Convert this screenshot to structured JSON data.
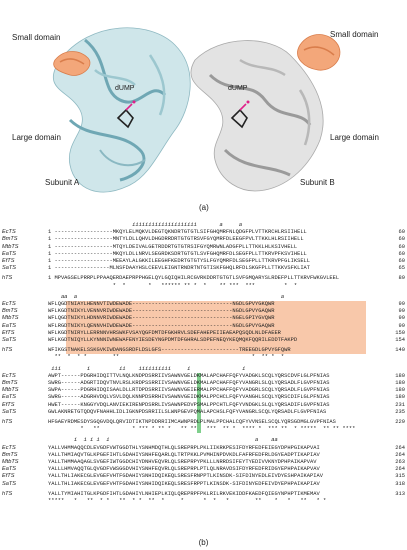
{
  "panel_a": {
    "labels": {
      "small_domain_left": "Small domain",
      "small_domain_right": "Small domain",
      "dump_left": "dUMP",
      "dump_right": "dUMP",
      "large_domain_left": "Large domain",
      "large_domain_right": "Large domain",
      "subunit_a": "Subunit A",
      "subunit_b": "Subunit B"
    },
    "caption": "(a)"
  },
  "panel_b": {
    "caption": "(b)",
    "blocks": [
      {
        "ann": "                          iiiiiiiiiiiiiiiiiiii       a     a",
        "rows": [
          {
            "name": "EcTS",
            "seq": "1 ------------------MKQYLELMQKVLDEGTQKNDRTGTGTLSIFGHQMRFNLQDGFPLVTTKRCHLRSIIHELL",
            "num": "60"
          },
          {
            "name": "BmTS",
            "seq": "1 ------------------MNTYLDLLQHVLDHGDRRDRTGTGTRSVFGYQMRFDLEEGFPVLTTKKLHLRSIIHELL",
            "num": "60"
          },
          {
            "name": "MtbTS",
            "seq": "1 ------------------MTQYLDEIVALGETRDDRTGTGTRSIFGYQMRWNLADGFPLLTTKKLHLKSIVHELL",
            "num": "60"
          },
          {
            "name": "EaTS",
            "seq": "1 ------------------MKQYLDLLNRVLSEGRDKSDRTGTGTLSVFGHQMRFDLSEGFPLLTTKRVPFKSVIHELL",
            "num": "60"
          },
          {
            "name": "EfTS",
            "seq": "1 ------------------MEEAYLALGKKILEEGHFKEDRTGTGTYSLFGYQMRFDLSEGFPLLTTKRVPFGLIKSELL",
            "num": "60"
          },
          {
            "name": "SaTS",
            "seq": "1 -----------------MLNSFDAAYHSLCEEVLEIGNTRNDRTNTGTISKFGHQLRFDLSKGFPLLTTKKVSFKLIAT",
            "num": "65"
          },
          {
            "name": "hTS",
            "seq": "1 MPVAGSELPRRPLPPAAQERDAEPRPPHGELQYLGQIQHILRCGVRKDDRTGTGTLSVFGMQARYSLRDEFPLLTTKRVFWKGVLEEL",
            "num": "89"
          }
        ],
        "cons": "                    *  *       *   ****** ** *  *    ** ***  ***         *  *"
      },
      {
        "ann": "    aa  a                                                               a",
        "rows": [
          {
            "name": "EcTS",
            "seq": "WFLQGDTNIAYLHENNVTIWDEWADE-------------------------------NGDLGPVYGKQWR",
            "num": "99"
          },
          {
            "name": "BmTS",
            "seq": "WFLKGDTNIKYLVENNVRIWDEWADE-------------------------------NGDLGPVYGAQWR",
            "num": "99"
          },
          {
            "name": "MtbTS",
            "seq": "WFLQGDTNIKYLHDNNVRIWDEWADE-------------------------------NGELGPIYGVQWR",
            "num": "99"
          },
          {
            "name": "EaTS",
            "seq": "WFLRGDTNIKYLQENNVHIWDEWADE-------------------------------NGDLGPVYGAQWR",
            "num": "99"
          },
          {
            "name": "EfTS",
            "seq": "WFLKGDTNIRYLLERRNNVHRSWKFVSAYQGFDMTDFGKHRVLSDEFAHEPEIIEAEAPQSQDLNLDFAEER",
            "num": "150"
          },
          {
            "name": "SaTS",
            "seq": "WFLKGDTNIQYLLKYNNNIWNEWAFENYIESDEYNGPDMTDFGHRALSDPEFNEQYKEQMQKFQQRILEDDTFAKPD",
            "num": "154"
          },
          {
            "name": "hTS",
            "seq": "WFIKGSTNAKELSSKGVKIWDANGSRDFLDSLGFS------------------------TREEGDLGPVYGFQWR",
            "num": "140"
          }
        ],
        "cons": "  **  *  * *        **                                         *  ** *  *"
      },
      {
        "ann": " iii        i         ii    iiiiiiiiii     i                i",
        "rows": [
          {
            "name": "EcTS",
            "seq": "AWPT------PDGRHIDQITTVLNQLKNDPDSRRIIVSAWNVGELDKMALAPCHAFFQFYVADGKLSCQLYQRSCDVFLGLPFNIAS",
            "num": "180"
          },
          {
            "name": "BmTS",
            "seq": "SWRG------ADGRTIDQVTNVLRSLKRDPSSRRIIVSAWNVGELDKMALAPCHAFFQFYVANGRLSLQLYQRSADLFLGVPFNIAS",
            "num": "180"
          },
          {
            "name": "MtbTS",
            "seq": "SWPA------PDGRHIDQISAALDLLRTDPDSRRIIVSAWNVGEIERMALPPCHAFFQFYVADGRLSCQLYQRSADLFLGVPFNIAS",
            "num": "180"
          },
          {
            "name": "EaTS",
            "seq": "SWRG------ADGRHVDQLVSVLDQLKNNPDSRRHIVSAWNVGEIDKMALPPCHCLFQFYVANGHLSCQLYQRSCDIFLGLPFNIAS",
            "num": "180"
          },
          {
            "name": "EfTS",
            "seq": "HWET------KNGGYVDQLANVIEKIRENPDSRRLIVSAWNPEDVPSMALPPCHTLFQFYVNDGKLSLQLYQRSADIFLGVPFNIAS",
            "num": "231"
          },
          {
            "name": "SaTS",
            "seq": "GWLAKNRETGTQDQVFNAHHLIDLIGKNPDSRRIILSLWNPGEVPQMALAPCHSLFQFYVANGRLSCQLYQRSADLFLGVPFNIAS",
            "num": "235"
          },
          {
            "name": "hTS",
            "seq": "HFGAEYRDMESDYSGQGVDQLQRVIDTIKTNPDDRRIIMCAWNPRDLPLMALPPCHALCQFYVVNSELSCQLYQRSGDMGLGVPFNIAS",
            "num": "229"
          }
        ],
        "cons": "          *   **          * *** * ** *   ** **   ***  ** *  **** *  *** **  * *****  ** ** ****"
      },
      {
        "ann": "        i  i i i  i                                             a    aa",
        "rows": [
          {
            "name": "EcTS",
            "seq": "YALLVHMMAQQCDLEVGDFVWTGGDTHLYSNHMDQTHLQLSREPRPLPKLIIKRKPESIFDYRFEDFEIEGYDPHPGIKAPVAI",
            "num": "264"
          },
          {
            "name": "BmTS",
            "seq": "YALLTHMIAQVTGLKPGEFIHTLGDAHIYSNHFEQARLQLTRTPKKLPVMHINPDVKDLFAFRFEDFRLDGYEADPTIKAPIAV",
            "num": "264"
          },
          {
            "name": "MtbTS",
            "seq": "YALLTHMMAAQAGLSVGEFIWTGGDCHIYDNHVEQVRLQLSREPRPYPKLLLNRRDSIFEYTYEDIVVKNYDPHPAIKAPVAV",
            "num": "263"
          },
          {
            "name": "EaTS",
            "seq": "YALLLHMVAQQTGLQVGDFVWSGGDVHIYSNHFEQVRLQLSREPRPLPTLQLNRAVDSIFDYRFEDFRIDGYEPHPAIKAPVAV",
            "num": "264"
          },
          {
            "name": "EfTS",
            "seq": "YALLTHLIAKECGLEVGEFVHTFGDAHIYSNHIDQIKEQLSRESFRNPPTLKINSDK-SIFDINYEDLEIVDYESHPAIKAPIAV",
            "num": "315"
          },
          {
            "name": "SaTS",
            "seq": "YALLTHLIAKECGLEVGEFVHTFGDAHIYSNHIDQIKEQLSRESFRPPTLKINSDK-SIFDINYEDFEIVDYEPHPAIKAPIAV",
            "num": "318"
          },
          {
            "name": "hTS",
            "seq": "YALLTYMIAHITGLKPGDFIHTLGDAHIYLNHIEPLKIQLQREPRPFPKLRILRKVEKIDDFKAEDFQIEGYNPHPTIKMEMAV",
            "num": "313"
          }
        ],
        "cons": "*****   *   **  * *   **  * *  **  *     *      *  *   *        **    *   *   **   * *"
      }
    ]
  }
}
